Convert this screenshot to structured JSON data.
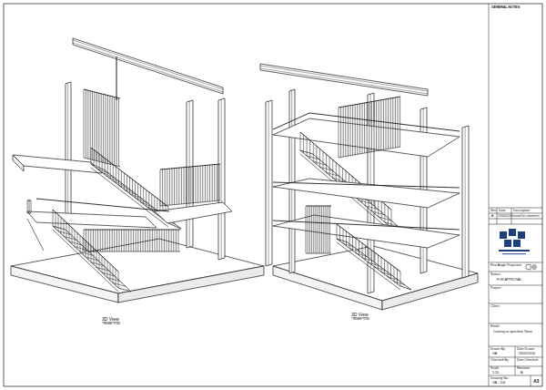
{
  "diagram": {
    "labels": [
      "GENERAL NOTES:",
      "Rev",
      "Date",
      "Description",
      "A",
      "13/06/2016",
      "Issued for comments",
      "First Angle Projection",
      "Status:",
      "FOR APPROVAL",
      "Project:",
      "Client:",
      "Finish:",
      "Coating as specified, None",
      "Drawn By:",
      "GA",
      "Date Drawn:",
      "26/05/2016",
      "Checked By:",
      "Date Checked:",
      "Scale:",
      "1:20",
      "Revision:",
      "A",
      "Drawing No.:",
      "GA - 104",
      "A3",
      "3D View",
      "Scale: 1:20",
      "3D View",
      "Scale: 1:20"
    ]
  }
}
